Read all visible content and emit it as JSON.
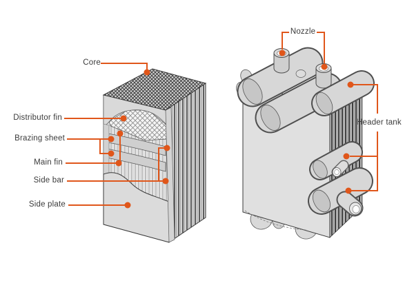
{
  "figure": {
    "type": "technical-diagram",
    "subject": "Plate-fin heat exchanger: core cutaway and assembled unit",
    "background": "#ffffff"
  },
  "colors": {
    "accent": "#e0561a",
    "text": "#3a3a3a",
    "outline": "#3a3a3a",
    "metal_light": "#dedede",
    "metal_mid": "#cfcfcf",
    "metal_dark": "#4f4f4f"
  },
  "left_view": {
    "name": "core-cutaway-view",
    "labels": {
      "core": "Core",
      "distributor_fin": "Distributor fin",
      "brazing_sheet": "Brazing sheet",
      "main_fin": "Main fin",
      "side_bar": "Side bar",
      "side_plate": "Side plate"
    }
  },
  "right_view": {
    "name": "assembled-exchanger-view",
    "labels": {
      "nozzle": "Nozzle",
      "header_tank": "Header tank"
    }
  }
}
